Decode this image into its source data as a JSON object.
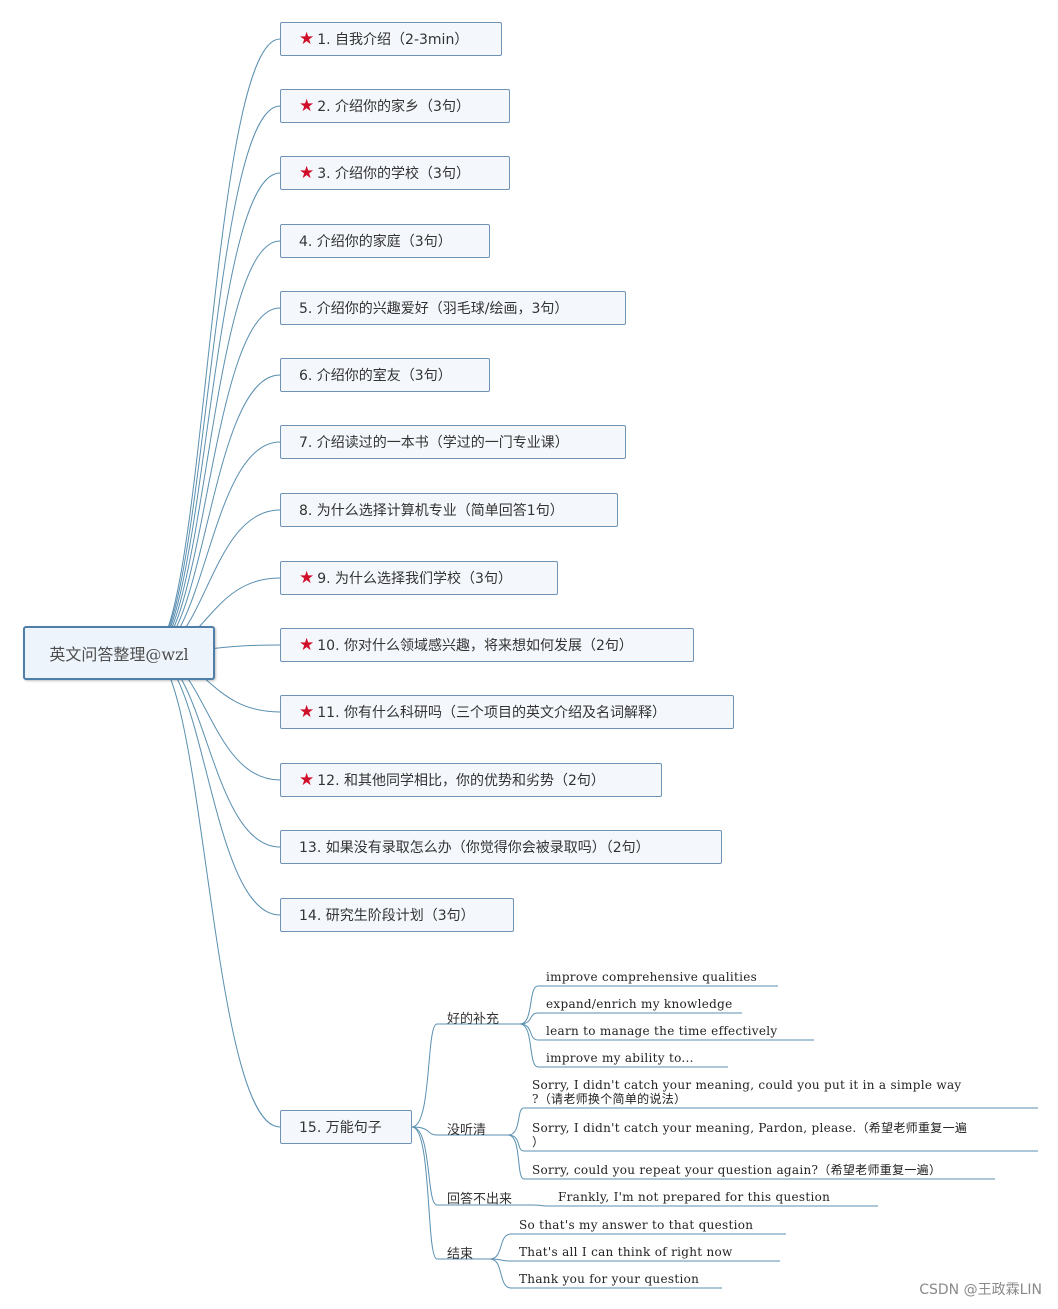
{
  "root": {
    "title": "英文问答整理@wzl"
  },
  "star_icon": "star-icon",
  "topics": [
    {
      "text": "1. 自我介绍（2-3min）",
      "starred": true
    },
    {
      "text": "2. 介绍你的家乡（3句）",
      "starred": true
    },
    {
      "text": "3. 介绍你的学校（3句）",
      "starred": true
    },
    {
      "text": "4. 介绍你的家庭（3句）",
      "starred": false
    },
    {
      "text": "5. 介绍你的兴趣爱好（羽毛球/绘画，3句）",
      "starred": false
    },
    {
      "text": "6. 介绍你的室友（3句）",
      "starred": false
    },
    {
      "text": "7. 介绍读过的一本书（学过的一门专业课）",
      "starred": false
    },
    {
      "text": "8. 为什么选择计算机专业（简单回答1句）",
      "starred": false
    },
    {
      "text": "9. 为什么选择我们学校（3句）",
      "starred": true
    },
    {
      "text": "10. 你对什么领域感兴趣，将来想如何发展（2句）",
      "starred": true
    },
    {
      "text": "11. 你有什么科研吗（三个项目的英文介绍及名词解释）",
      "starred": true
    },
    {
      "text": "12. 和其他同学相比，你的优势和劣势（2句）",
      "starred": true
    },
    {
      "text": "13. 如果没有录取怎么办（你觉得你会被录取吗）（2句）",
      "starred": false
    },
    {
      "text": "14. 研究生阶段计划（3句）",
      "starred": false
    },
    {
      "text": "15. 万能句子",
      "starred": false
    }
  ],
  "groups": [
    {
      "label": "好的补充",
      "items": [
        "improve comprehensive qualities",
        "expand/enrich my knowledge",
        "learn to manage the time effectively",
        "improve my ability to..."
      ]
    },
    {
      "label": "没听清",
      "items": [
        "Sorry, I didn't catch your meaning, could you put it in a simple way\n?（请老师换个简单的说法）",
        "Sorry, I didn't catch your meaning, Pardon, please.（希望老师重复一遍\n）",
        "Sorry, could you repeat your question again?（希望老师重复一遍）"
      ]
    },
    {
      "label": "回答不出来",
      "items": [
        "Frankly, I'm not prepared for this question"
      ]
    },
    {
      "label": "结束",
      "items": [
        "So that's my answer to that question",
        "That's all I can think of right now",
        "Thank you for your question"
      ]
    }
  ],
  "watermark": "CSDN @王政霖LIN",
  "colors": {
    "connector": "#5a8fb0",
    "star": "#d0102b",
    "root_border": "#4f7fa8"
  }
}
